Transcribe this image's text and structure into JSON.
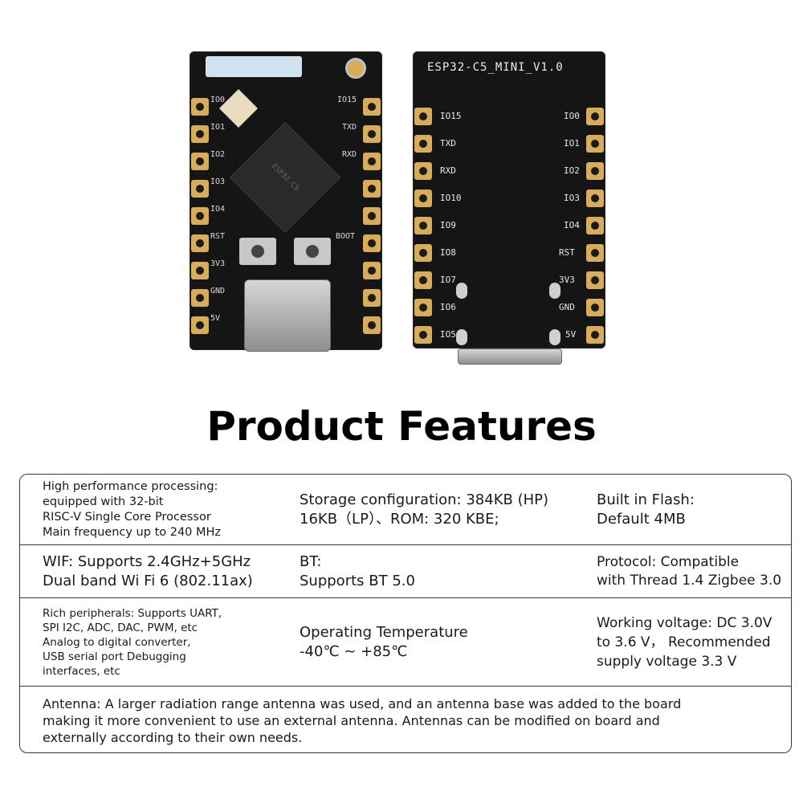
{
  "board_front": {
    "left_pins": [
      "IO0",
      "IO1",
      "IO2",
      "IO3",
      "IO4",
      "RST",
      "3V3",
      "GND",
      "5V"
    ],
    "right_pins": [
      "IO15",
      "TXD",
      "RXD",
      "",
      "",
      "",
      "BOOT",
      "",
      ""
    ],
    "chip_marking": "ESP32-C5"
  },
  "board_back": {
    "title": "ESP32-C5_MINI_V1.0",
    "left_pins": [
      "IO15",
      "TXD",
      "RXD",
      "IO10",
      "IO9",
      "IO8",
      "IO7",
      "IO6",
      "IO5"
    ],
    "right_pins": [
      "IO0",
      "IO1",
      "IO2",
      "IO3",
      "IO4",
      "RST",
      "3V3",
      "GND",
      "5V"
    ]
  },
  "heading": "Product Features",
  "features": {
    "row1": {
      "c1": "High performance processing:\nequipped with 32-bit\nRISC-V Single Core Processor\nMain frequency up to 240 MHz",
      "c2": "Storage configuration: 384KB (HP)\n16KB（LP）、ROM: 320 KBE;",
      "c3": "Built in Flash:\nDefault 4MB"
    },
    "row2": {
      "c1": "WIF: Supports 2.4GHz+5GHz\nDual band Wi Fi 6 (802.11ax)",
      "c2": "BT:\nSupports BT 5.0",
      "c3": "Protocol: Compatible\nwith Thread 1.4 Zigbee 3.0"
    },
    "row3": {
      "c1": "Rich peripherals: Supports UART,\nSPI I2C, ADC, DAC, PWM, etc\nAnalog to digital converter,\nUSB serial port Debugging\ninterfaces, etc",
      "c2": "Operating Temperature\n-40℃ ~ +85℃",
      "c3": "Working voltage: DC 3.0V\nto 3.6 V， Recommended\nsupply voltage 3.3 V"
    },
    "row4": {
      "c1": "Antenna: A larger radiation range antenna was used, and an antenna base was added to the board\nmaking it more convenient to use an external antenna. Antennas can be modified on board and\nexternally according to their own needs."
    }
  }
}
